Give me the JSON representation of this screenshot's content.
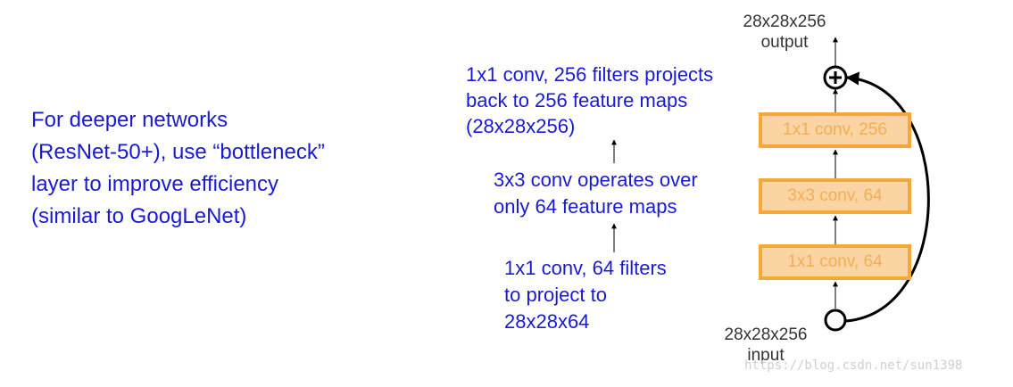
{
  "intro_text": "For deeper networks\n(ResNet-50+), use “bottleneck”\nlayer to improve efficiency\n(similar to GoogLeNet)",
  "annotations": {
    "top": "1x1 conv, 256 filters projects\nback to 256 feature maps\n(28x28x256)",
    "middle": "3x3 conv operates over\nonly 64 feature maps",
    "bottom": "1x1 conv, 64 filters\nto project to\n28x28x64"
  },
  "block": {
    "output_label": "28x28x256\noutput",
    "input_label": "28x28x256\ninput",
    "layers": [
      "1x1 conv, 256",
      "3x3 conv, 64",
      "1x1 conv, 64"
    ]
  },
  "watermark": "https://blog.csdn.net/sun1398",
  "colors": {
    "annotation_text": "#1a1ad0",
    "layer_fill": "#fbd4a3",
    "layer_border": "#f4a83a",
    "layer_text": "#f2ae54"
  }
}
